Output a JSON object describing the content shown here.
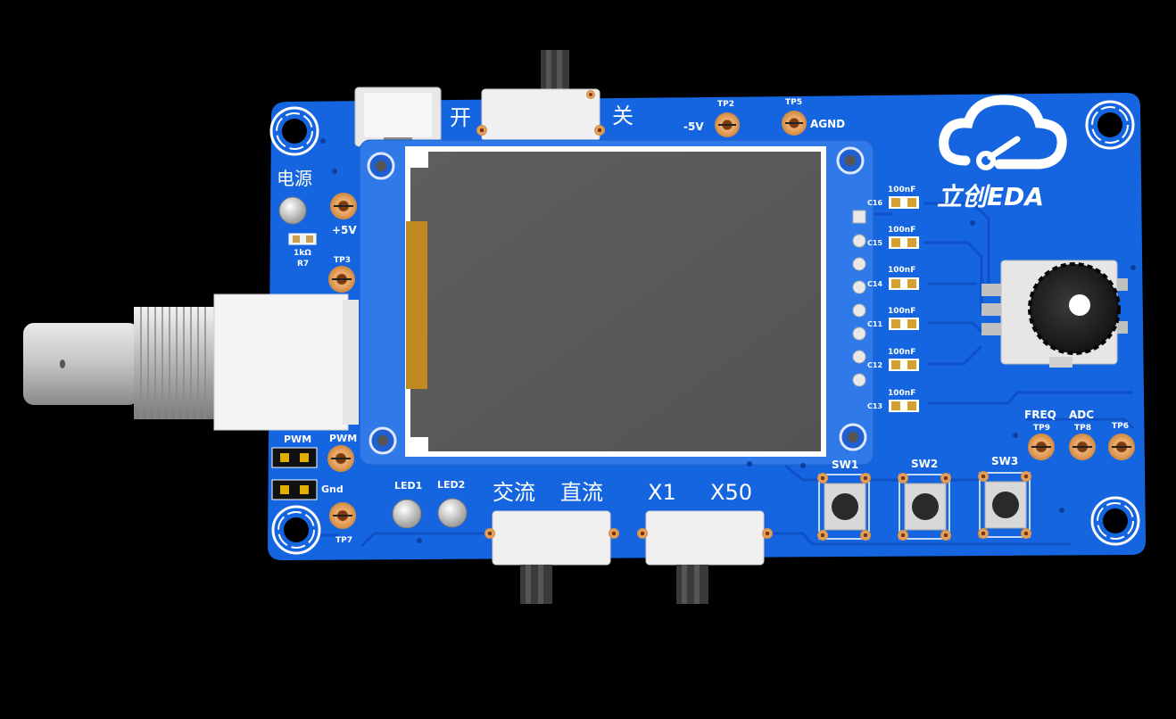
{
  "board": {
    "colors": {
      "pcb": "#1565e0",
      "pcb_trace": "#0d50c8",
      "silkscreen": "#ffffff",
      "screen": "#5a5a5a",
      "pad": "#e0a060",
      "capacitor": "#d4a030"
    },
    "logo_text": "立创EDA",
    "switch_power": {
      "on_label": "开",
      "off_label": "关"
    },
    "power_label": "电源",
    "resistor": {
      "value": "1kΩ",
      "ref": "R7"
    },
    "test_points": [
      {
        "ref": "TP2",
        "label": "-5V"
      },
      {
        "ref": "TP5",
        "label": "AGND"
      },
      {
        "ref": "",
        "label": "+5V"
      },
      {
        "ref": "TP3",
        "label": ""
      },
      {
        "ref": "",
        "label": "PWM"
      },
      {
        "ref": "TP7",
        "label": ""
      },
      {
        "ref": "TP9",
        "label": "FREQ"
      },
      {
        "ref": "TP8",
        "label": "ADC"
      },
      {
        "ref": "TP6",
        "label": ""
      }
    ],
    "header_labels": {
      "pwm": "PWM",
      "gnd": "Gnd"
    },
    "leds": [
      "LED1",
      "LED2"
    ],
    "coupling_switch": {
      "ac": "交流",
      "dc": "直流"
    },
    "gain_switch": {
      "x1": "X1",
      "x50": "X50"
    },
    "buttons": [
      "SW1",
      "SW2",
      "SW3"
    ],
    "capacitors": [
      {
        "value": "100nF",
        "ref": "C16"
      },
      {
        "value": "100nF",
        "ref": "C15"
      },
      {
        "value": "100nF",
        "ref": "C14"
      },
      {
        "value": "100nF",
        "ref": "C11"
      },
      {
        "value": "100nF",
        "ref": "C12"
      },
      {
        "value": "100nF",
        "ref": "C13"
      }
    ]
  }
}
